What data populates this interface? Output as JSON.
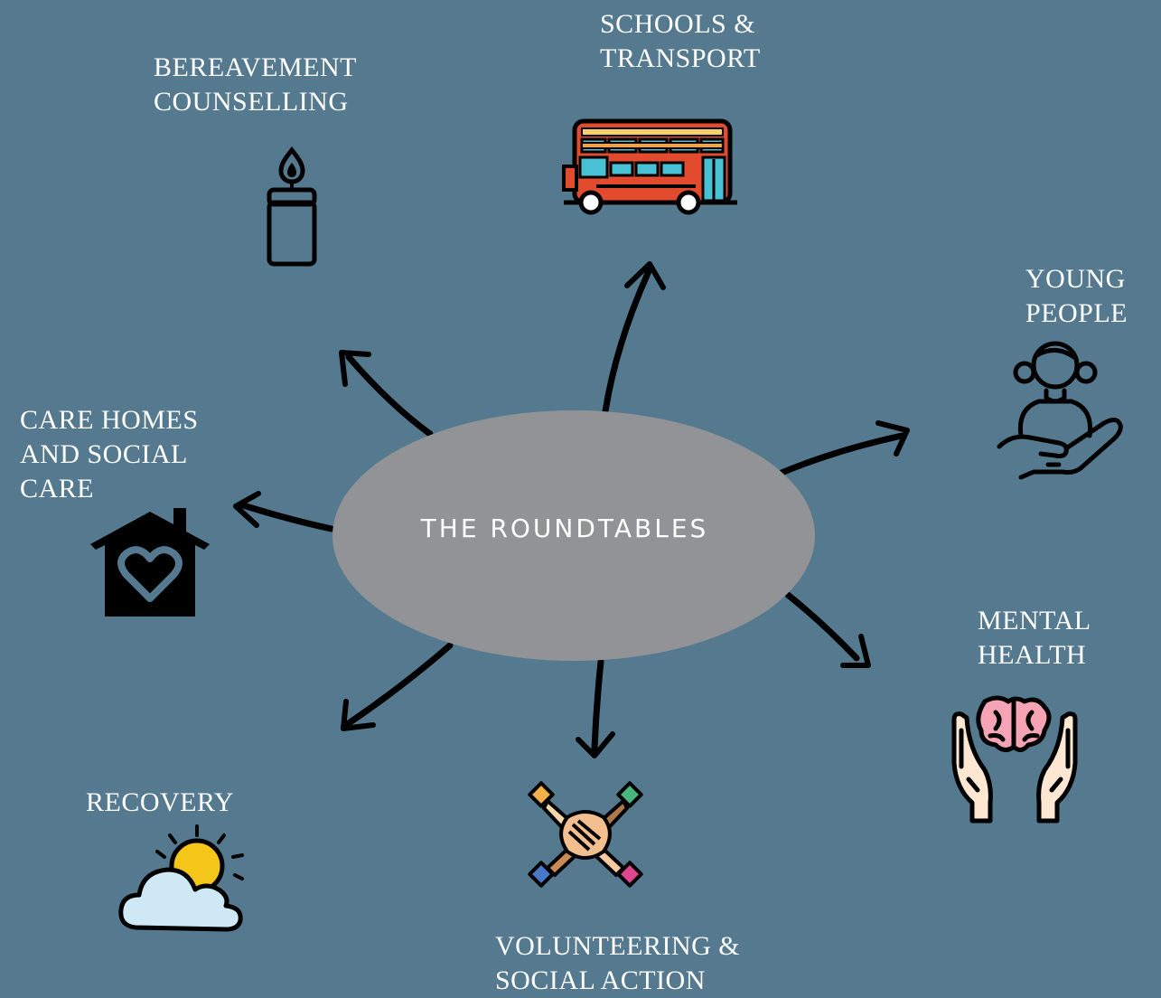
{
  "center": {
    "label": "THE ROUNDTABLES"
  },
  "nodes": [
    {
      "id": "bereavement",
      "lines": [
        "BEREAVEMENT",
        "COUNSELLING"
      ],
      "icon": "candle-icon"
    },
    {
      "id": "schools",
      "lines": [
        "SCHOOLS &",
        "TRANSPORT"
      ],
      "icon": "double-decker-bus-icon"
    },
    {
      "id": "young-people",
      "lines": [
        "YOUNG",
        "PEOPLE"
      ],
      "icon": "child-in-hand-icon"
    },
    {
      "id": "care-homes",
      "lines": [
        "CARE HOMES",
        "AND SOCIAL",
        "CARE"
      ],
      "icon": "house-heart-icon"
    },
    {
      "id": "mental-health",
      "lines": [
        "MENTAL",
        "HEALTH"
      ],
      "icon": "brain-in-hands-icon"
    },
    {
      "id": "recovery",
      "lines": [
        "RECOVERY"
      ],
      "icon": "sun-cloud-icon"
    },
    {
      "id": "volunteering",
      "lines": [
        "VOLUNTEERING &",
        "SOCIAL ACTION"
      ],
      "icon": "joined-hands-icon"
    }
  ],
  "colors": {
    "background": "#55798f",
    "hub": "#919396",
    "text": "#ffffff",
    "arrow": "#000000"
  }
}
